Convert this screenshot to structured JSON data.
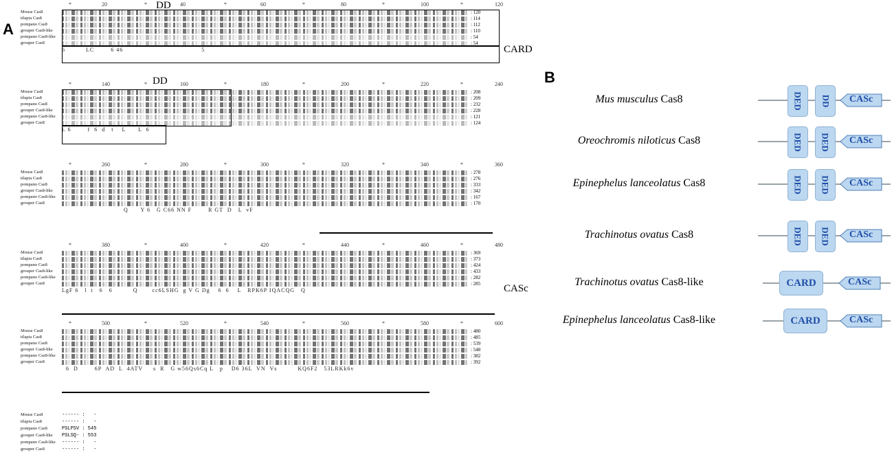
{
  "panels": {
    "a": "A",
    "b": "B"
  },
  "alignment": {
    "names": [
      "Mouse Cas8",
      "tilapia Cas8",
      "pompano Cas8",
      "grouper Cas8-like",
      "pompano Cas8-like",
      "grouper Cas8"
    ],
    "block2_names": [
      "Mouse Cas8",
      "tilapia Cas8",
      "pompano Cas8",
      "grouper Cas8-like",
      "pompano Cas8-like",
      "grouper Cas8"
    ],
    "blocks": [
      {
        "ruler": [
          "*",
          "20",
          "*",
          "40",
          "*",
          "60",
          "*",
          "80",
          "*",
          "100",
          "*",
          "120"
        ],
        "counts": [
          ": 120",
          ": 114",
          ": 112",
          ": 110",
          ": 54",
          ": 54"
        ],
        "consensus": "6          LC        6 46                                      5"
      },
      {
        "ruler": [
          "*",
          "140",
          "*",
          "160",
          "*",
          "180",
          "*",
          "200",
          "*",
          "220",
          "*",
          "240"
        ],
        "counts": [
          ": 208",
          ": 209",
          ": 232",
          ": 228",
          ": 121",
          ": 124"
        ],
        "consensus": "L 6        f  6  d   t    L      L  6"
      },
      {
        "ruler": [
          "*",
          "260",
          "*",
          "280",
          "*",
          "300",
          "*",
          "320",
          "*",
          "340",
          "*",
          "360"
        ],
        "counts": [
          ": 278",
          ": 276",
          ": 333",
          ": 342",
          ": 167",
          ": 170"
        ],
        "consensus": "                              Q      Y 6   G C66 NN F        R GT  D   L  vF"
      },
      {
        "ruler": [
          "*",
          "380",
          "*",
          "400",
          "*",
          "420",
          "*",
          "440",
          "*",
          "460",
          "*",
          "480"
        ],
        "counts": [
          ": 369",
          ": 373",
          ": 424",
          ": 433",
          ": 282",
          ": 285"
        ],
        "consensus": "LgF 6   l  t   6   6          Q       cc6LSHG  g V G Dg    6  6    L   RPK6P IQACQG   Q"
      },
      {
        "ruler": [
          "*",
          "500",
          "*",
          "520",
          "*",
          "540",
          "*",
          "560",
          "*",
          "580",
          "*",
          "600"
        ],
        "counts": [
          ": 480",
          ": 485",
          ": 539",
          ": 548",
          ": 382",
          ": 392"
        ],
        "consensus": "  6  D        6P  AD  L  4ATV     s  R   G w56Qs6Cq L   p    D6 36L  VN  Vs          KQ6F2   53LRKk6v"
      }
    ],
    "tail": {
      "values": [
        "------ :   -",
        "------ :   -",
        "PSLPSV : 545",
        "PSLSQ- : 553",
        "------ :   -",
        "------ :   -"
      ]
    },
    "regions": {
      "dd1": "DD",
      "dd2": "DD",
      "card": "CARD",
      "casc": "CASc"
    }
  },
  "diagram": {
    "rows": [
      {
        "species": "Mus musculus",
        "protein": "Cas8",
        "domains": [
          "DED",
          "DD",
          "CASc"
        ]
      },
      {
        "species": "Oreochromis niloticus",
        "protein": "Cas8",
        "domains": [
          "DED",
          "DED",
          "CASc"
        ]
      },
      {
        "species": "Epinephelus lanceolatus",
        "protein": "Cas8",
        "domains": [
          "DED",
          "DED",
          "CASc"
        ]
      },
      {
        "species": "Trachinotus ovatus",
        "protein": "Cas8",
        "domains": [
          "DED",
          "DED",
          "CASc"
        ]
      },
      {
        "species": "Trachinotus ovatus",
        "protein": "Cas8-like",
        "domains": [
          "CARD",
          "CASc"
        ]
      },
      {
        "species": "Epinephelus lanceolatus",
        "protein": "Cas8-like",
        "domains": [
          "CARD",
          "CASc"
        ]
      }
    ],
    "colors": {
      "domain_fill": "#bcd7f0",
      "domain_text": "#1f4fa8",
      "track": "#9aa3a8"
    }
  }
}
